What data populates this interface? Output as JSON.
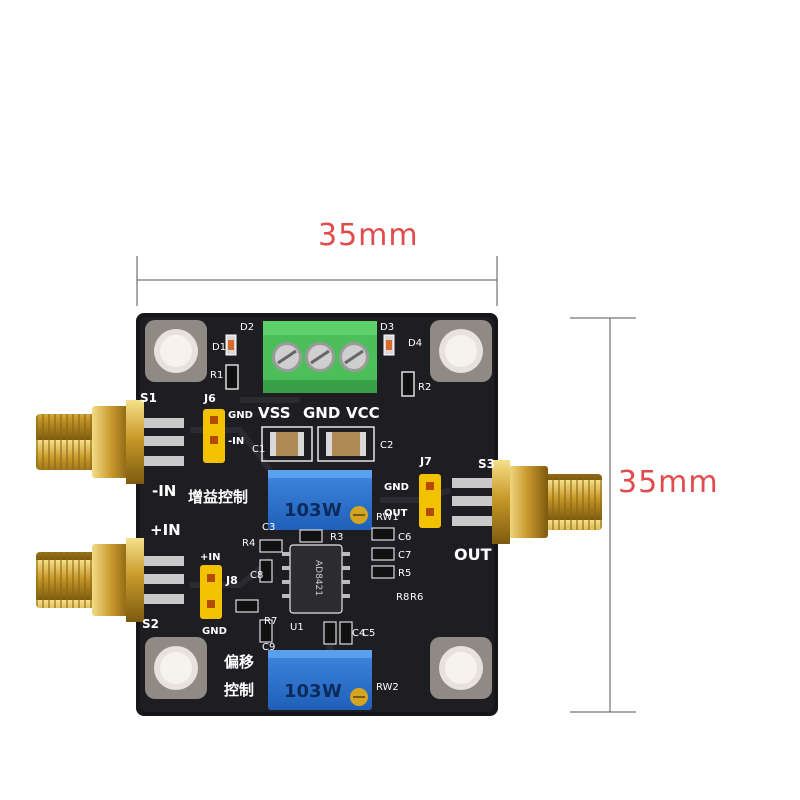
{
  "dimensions": {
    "width_label": "35mm",
    "height_label": "35mm"
  },
  "board": {
    "power_header": [
      "VSS",
      "GND",
      "VCC"
    ],
    "ports": {
      "s1": "S1",
      "s2": "S2",
      "s3": "S3"
    },
    "port_labels": {
      "minus_in": "-IN",
      "plus_in": "+IN",
      "out": "OUT"
    },
    "headers": {
      "j6": "J6",
      "j6_gnd": "GND",
      "j6_in": "-IN",
      "j7": "J7",
      "j7_gnd": "GND",
      "j7_out": "OUT",
      "j8": "J8",
      "j8_in": "+IN",
      "j8_gnd": "GND"
    },
    "chinese": {
      "gain_control": "增益控制",
      "offset_line1": "偏移",
      "offset_line2": "控制"
    },
    "pot_markings": {
      "value": "103",
      "mark": "W"
    },
    "designators": {
      "d1": "D1",
      "d2": "D2",
      "d3": "D3",
      "d4": "D4",
      "r1": "R1",
      "r2": "R2",
      "r3": "R3",
      "r4": "R4",
      "r5": "R5",
      "r6": "R6",
      "r7": "R7",
      "r8": "R8",
      "c1": "C1",
      "c2": "C2",
      "c3": "C3",
      "c4": "C4",
      "c5": "C5",
      "c6": "C6",
      "c7": "C7",
      "c8": "C8",
      "c9": "C9",
      "u1": "U1",
      "rw1": "RW1",
      "rw2": "RW2"
    },
    "ic_marking": "AD8421"
  }
}
